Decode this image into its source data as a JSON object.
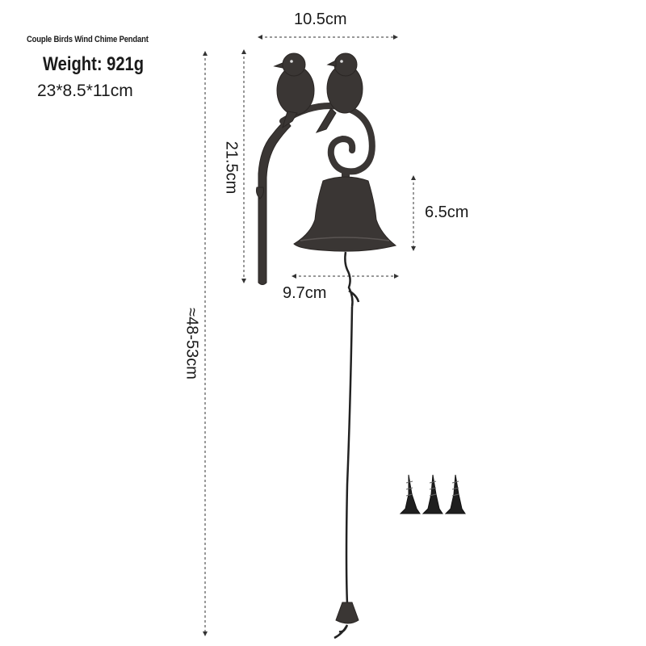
{
  "product": {
    "name": "Couple Birds Wind Chime Pendant",
    "weight": "Weight: 921g",
    "size": "23*8.5*11cm"
  },
  "dimensions": {
    "top_width": "10.5cm",
    "height": "21.5cm",
    "bell_height": "6.5cm",
    "bell_width": "9.7cm",
    "total_length": "≈48-53cm"
  },
  "colors": {
    "iron": "#3a3634",
    "line": "#333333"
  }
}
